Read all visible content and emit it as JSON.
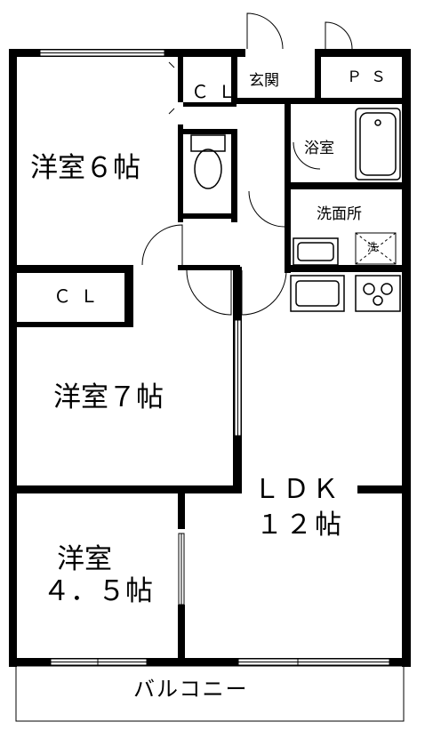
{
  "rooms": {
    "western_6": {
      "line1": "洋室６帖"
    },
    "western_7": {
      "line1": "洋室７帖"
    },
    "western_45": {
      "line1": "洋室",
      "line2": "４．５帖"
    },
    "ldk": {
      "line1": "ＬＤＫ",
      "line2": "１２帖"
    },
    "entrance": "玄関",
    "bathroom": "浴室",
    "washroom": "洗面所",
    "closet_upper": "ＣＬ",
    "closet_lower": "ＣＬ",
    "pipe_space": "ＰＳ",
    "balcony": "バルコニー",
    "washer_mark": "洗"
  }
}
